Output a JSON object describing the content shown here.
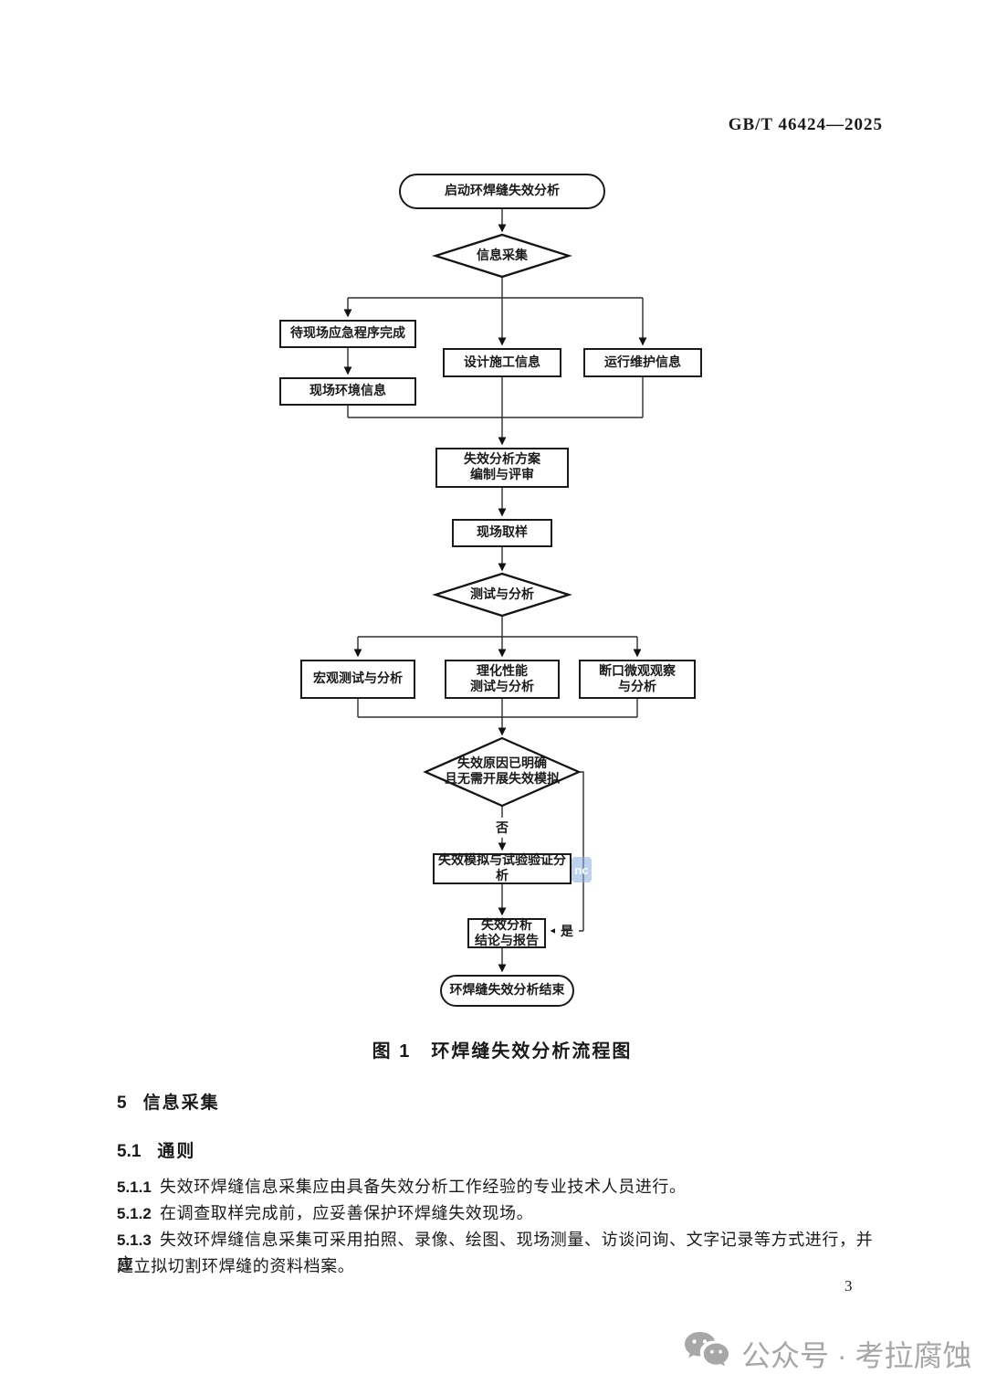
{
  "header": {
    "standard_code": "GB/T 46424—2025"
  },
  "flowchart": {
    "start": "启动环焊缝失效分析",
    "decision_info": "信息采集",
    "wait_emergency": "待现场应急程序完成",
    "site_env": "现场环境信息",
    "design_info": "设计施工信息",
    "op_maint_info": "运行维护信息",
    "plan_review": "失效分析方案\n编制与评审",
    "site_sampling": "现场取样",
    "decision_test": "测试与分析",
    "macro_test": "宏观测试与分析",
    "phys_chem": "理化性能\n测试与分析",
    "fracture_micro": "断口微观观察\n与分析",
    "decision_cause": "失效原因已明确\n且无需开展失效模拟",
    "label_no": "否",
    "label_yes": "是",
    "failure_sim": "失效模拟与试验验证分析",
    "conclusion_report": "失效分析\n结论与报告",
    "end": "环焊缝失效分析结束",
    "caption": "图 1　环焊缝失效分析流程图",
    "blue_badge": "nc"
  },
  "body": {
    "section5": {
      "num": "5",
      "title": "信息采集"
    },
    "section51": {
      "num": "5.1",
      "title": "通则"
    },
    "clauses": [
      {
        "num": "5.1.1",
        "text": "失效环焊缝信息采集应由具备失效分析工作经验的专业技术人员进行。"
      },
      {
        "num": "5.1.2",
        "text": "在调查取样完成前，应妥善保护环焊缝失效现场。"
      },
      {
        "num": "5.1.3",
        "text": "失效环焊缝信息采集可采用拍照、录像、绘图、现场测量、访谈问询、文字记录等方式进行，并应",
        "text2": "建立拟切割环焊缝的资料档案。"
      }
    ]
  },
  "footer": {
    "page_number": "3"
  },
  "watermark": {
    "text": "公众号 · 考拉腐蚀"
  }
}
